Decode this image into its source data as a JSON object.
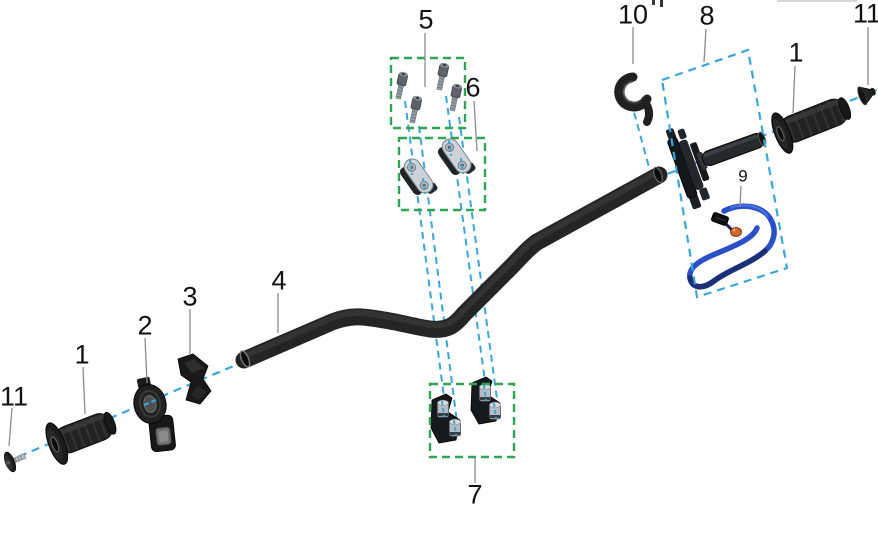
{
  "part_labels": {
    "p1_left": "1",
    "p1_right": "1",
    "p2": "2",
    "p3": "3",
    "p4": "4",
    "p5": "5",
    "p6": "6",
    "p7": "7",
    "p8": "8",
    "p9": "9",
    "p10": "10",
    "p11_left": "11",
    "p11_right": "11"
  },
  "colors": {
    "background": "#ffffff",
    "dash_blue": "#3aa5d9",
    "dash_green": "#2fa553",
    "leader_line": "#8c8c8c",
    "label_text": "#111111",
    "part_dark": "#242424",
    "metal_light": "#cdd2d8",
    "lanyard_blue": "#2b4fc7",
    "lanyard_navy": "#1b2f78",
    "bead_orange": "#cd6a2d"
  }
}
